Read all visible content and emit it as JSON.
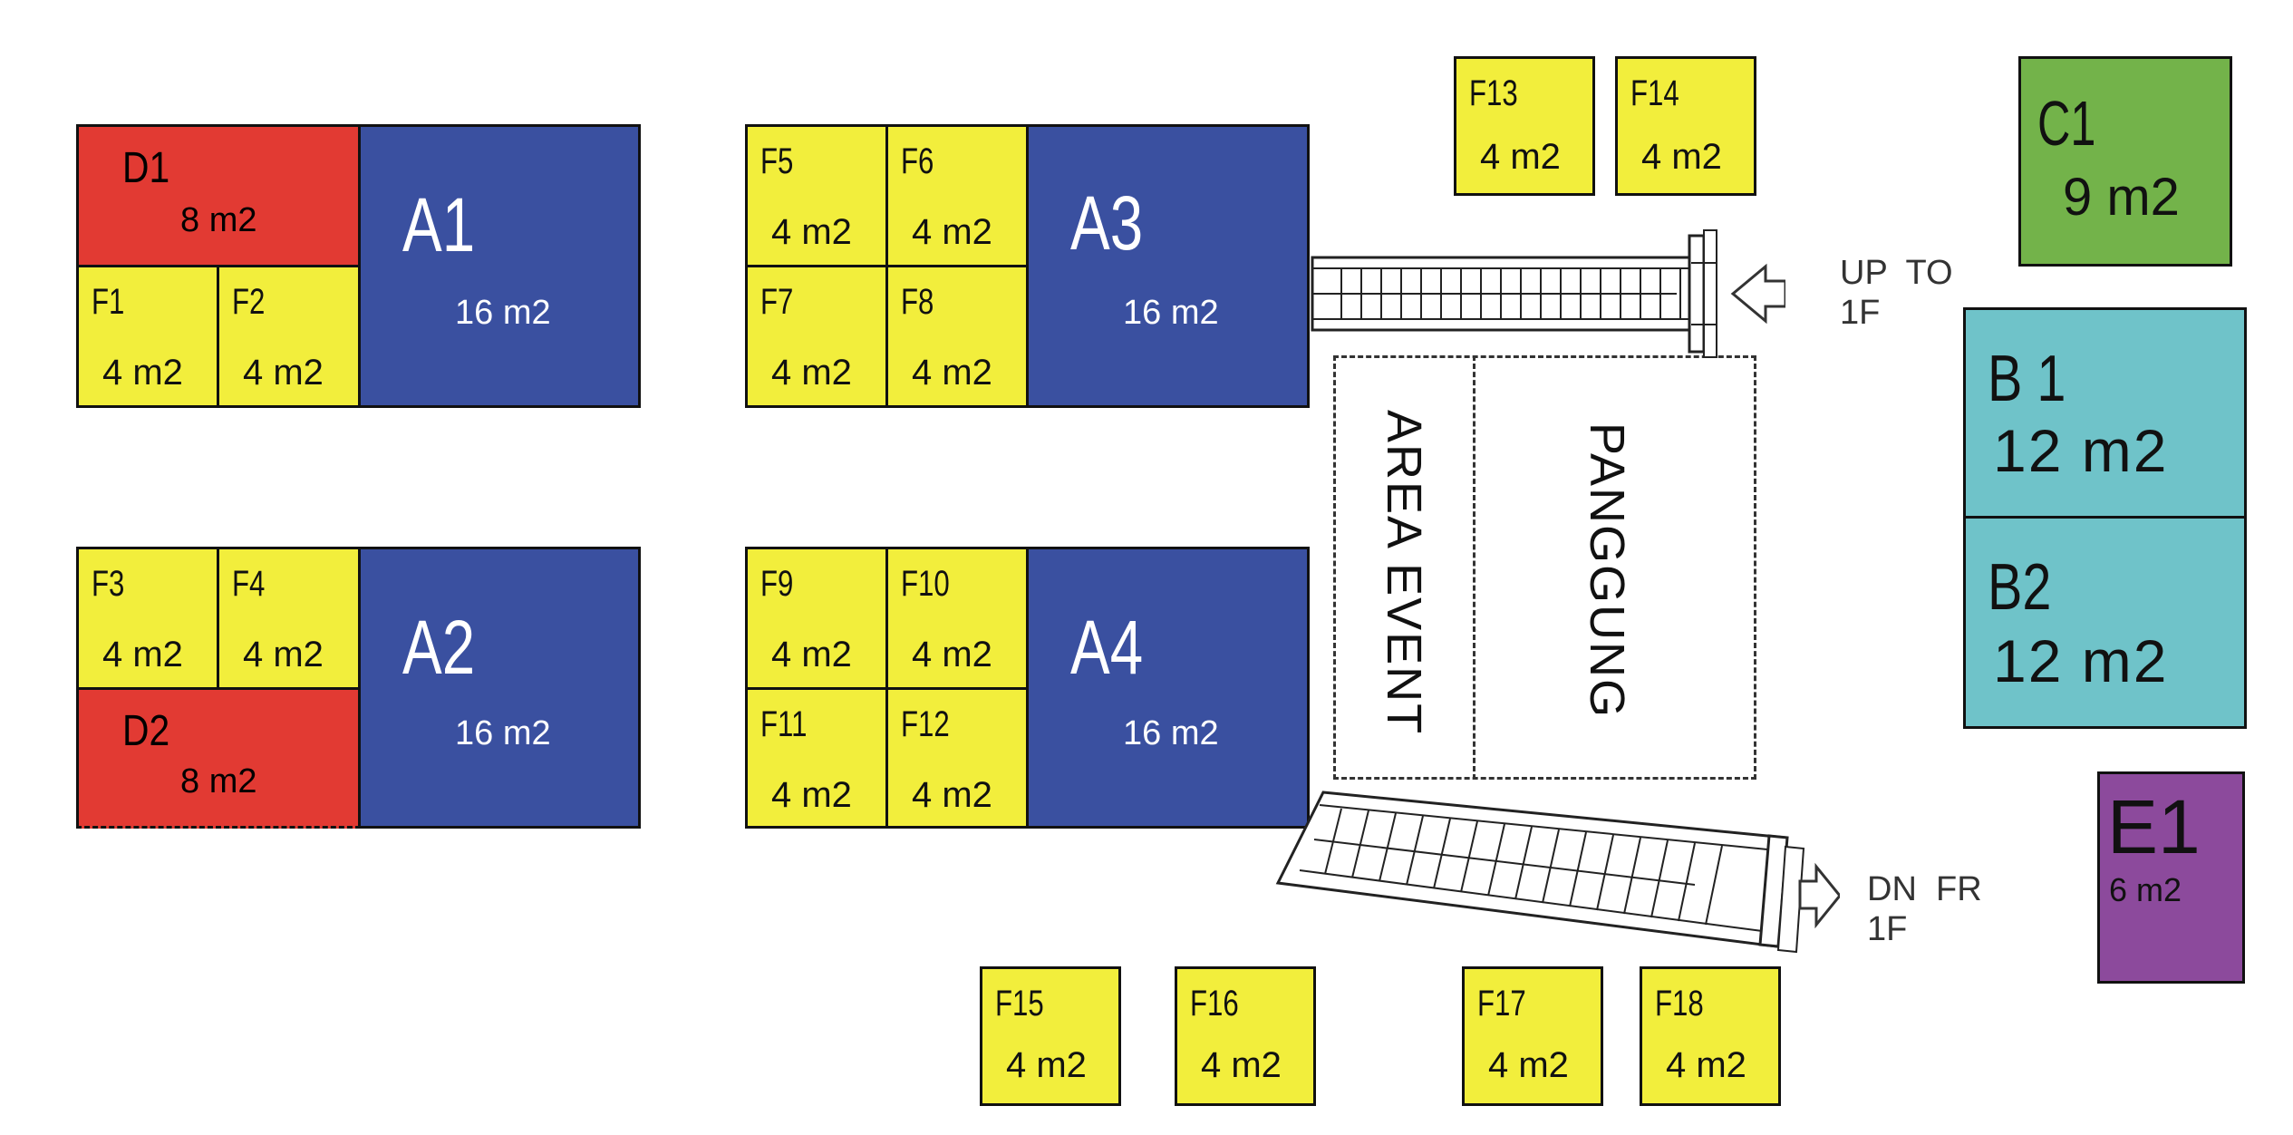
{
  "booths": {
    "A1": {
      "name": "A1",
      "area": "16 m2"
    },
    "A2": {
      "name": "A2",
      "area": "16 m2"
    },
    "A3": {
      "name": "A3",
      "area": "16 m2"
    },
    "A4": {
      "name": "A4",
      "area": "16 m2"
    },
    "B1": {
      "name": "B 1",
      "area": "12 m2"
    },
    "B2": {
      "name": "B2",
      "area": "12 m2"
    },
    "C1": {
      "name": "C1",
      "area": "9 m2"
    },
    "D1": {
      "name": "D1",
      "area": "8 m2"
    },
    "D2": {
      "name": "D2",
      "area": "8 m2"
    },
    "E1": {
      "name": "E1",
      "area": "6 m2"
    },
    "F1": {
      "name": "F1",
      "area": "4 m2"
    },
    "F2": {
      "name": "F2",
      "area": "4 m2"
    },
    "F3": {
      "name": "F3",
      "area": "4 m2"
    },
    "F4": {
      "name": "F4",
      "area": "4 m2"
    },
    "F5": {
      "name": "F5",
      "area": "4 m2"
    },
    "F6": {
      "name": "F6",
      "area": "4 m2"
    },
    "F7": {
      "name": "F7",
      "area": "4 m2"
    },
    "F8": {
      "name": "F8",
      "area": "4 m2"
    },
    "F9": {
      "name": "F9",
      "area": "4 m2"
    },
    "F10": {
      "name": "F10",
      "area": "4 m2"
    },
    "F11": {
      "name": "F11",
      "area": "4 m2"
    },
    "F12": {
      "name": "F12",
      "area": "4 m2"
    },
    "F13": {
      "name": "F13",
      "area": "4 m2"
    },
    "F14": {
      "name": "F14",
      "area": "4 m2"
    },
    "F15": {
      "name": "F15",
      "area": "4 m2"
    },
    "F16": {
      "name": "F16",
      "area": "4 m2"
    },
    "F17": {
      "name": "F17",
      "area": "4 m2"
    },
    "F18": {
      "name": "F18",
      "area": "4 m2"
    }
  },
  "event_area": {
    "label1": "AREA EVENT",
    "label2": "PANGGUNG"
  },
  "escalator_up": {
    "sign": "UP  TO\n1F"
  },
  "escalator_down": {
    "sign": "DN  FR\n1F"
  },
  "colors": {
    "small_booth": "#f2ee3c",
    "large_booth": "#3a50a0",
    "d_booth": "#e23a33",
    "c_booth": "#73b34a",
    "b_booth": "#6fc3c9",
    "e_booth": "#8c4a9c"
  }
}
